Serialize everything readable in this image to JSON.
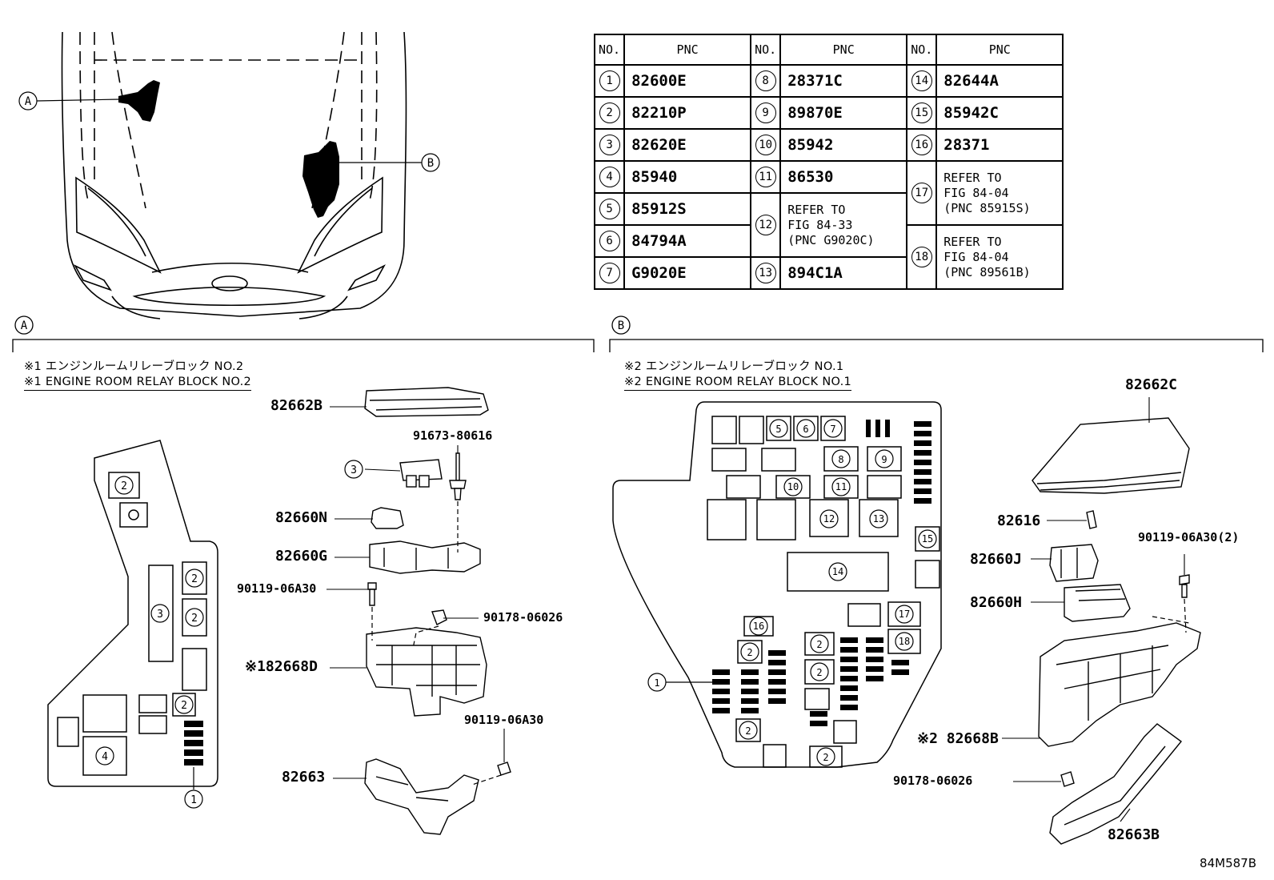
{
  "table": {
    "headers": {
      "no": "NO.",
      "pnc": "PNC"
    },
    "rows": [
      {
        "no": "1",
        "pnc": "82600E"
      },
      {
        "no": "2",
        "pnc": "82210P"
      },
      {
        "no": "3",
        "pnc": "82620E"
      },
      {
        "no": "4",
        "pnc": "85940"
      },
      {
        "no": "5",
        "pnc": "85912S"
      },
      {
        "no": "6",
        "pnc": "84794A"
      },
      {
        "no": "7",
        "pnc": "G9020E"
      },
      {
        "no": "8",
        "pnc": "28371C"
      },
      {
        "no": "9",
        "pnc": "89870E"
      },
      {
        "no": "10",
        "pnc": "85942"
      },
      {
        "no": "11",
        "pnc": "86530"
      },
      {
        "no": "12",
        "pnc": "REFER TO FIG 84-33 (PNC G9020C)"
      },
      {
        "no": "13",
        "pnc": "894C1A"
      },
      {
        "no": "14",
        "pnc": "82644A"
      },
      {
        "no": "15",
        "pnc": "85942C"
      },
      {
        "no": "16",
        "pnc": "28371"
      },
      {
        "no": "17",
        "pnc": "REFER TO FIG 84-04 (PNC 85915S)"
      },
      {
        "no": "18",
        "pnc": "REFER TO FIG 84-04 (PNC 89561B)"
      }
    ],
    "refer12": [
      "REFER TO",
      "FIG 84-33",
      "(PNC G9020C)"
    ],
    "refer17": [
      "REFER TO",
      "FIG 84-04",
      "(PNC 85915S)"
    ],
    "refer18": [
      "REFER TO",
      "FIG 84-04",
      "(PNC 89561B)"
    ]
  },
  "sections": {
    "a": {
      "marker": "A",
      "caption_jp": "※1 エンジンルームリレーブロック NO.2",
      "caption_en": "※1 ENGINE ROOM RELAY BLOCK NO.2"
    },
    "b": {
      "marker": "B",
      "caption_jp": "※2 エンジンルームリレーブロック NO.1",
      "caption_en": "※2 ENGINE ROOM RELAY BLOCK NO.1"
    }
  },
  "parts_a": {
    "p82662B": "82662B",
    "p91673": "91673-80616",
    "p82660N": "82660N",
    "p82660G": "82660G",
    "p90119a": "90119-06A30",
    "p90178": "90178-06026",
    "p82668D": "※182668D",
    "p90119b": "90119-06A30",
    "p82663": "82663"
  },
  "parts_b": {
    "p82662C": "82662C",
    "p82616": "82616",
    "p90119": "90119-06A30(2)",
    "p82660J": "82660J",
    "p82660H": "82660H",
    "p82668B": "※2 82668B",
    "p90178": "90178-06026",
    "p82663B": "82663B"
  },
  "figure_id": "84M587B",
  "car_markers": {
    "a": "A",
    "b": "B"
  }
}
